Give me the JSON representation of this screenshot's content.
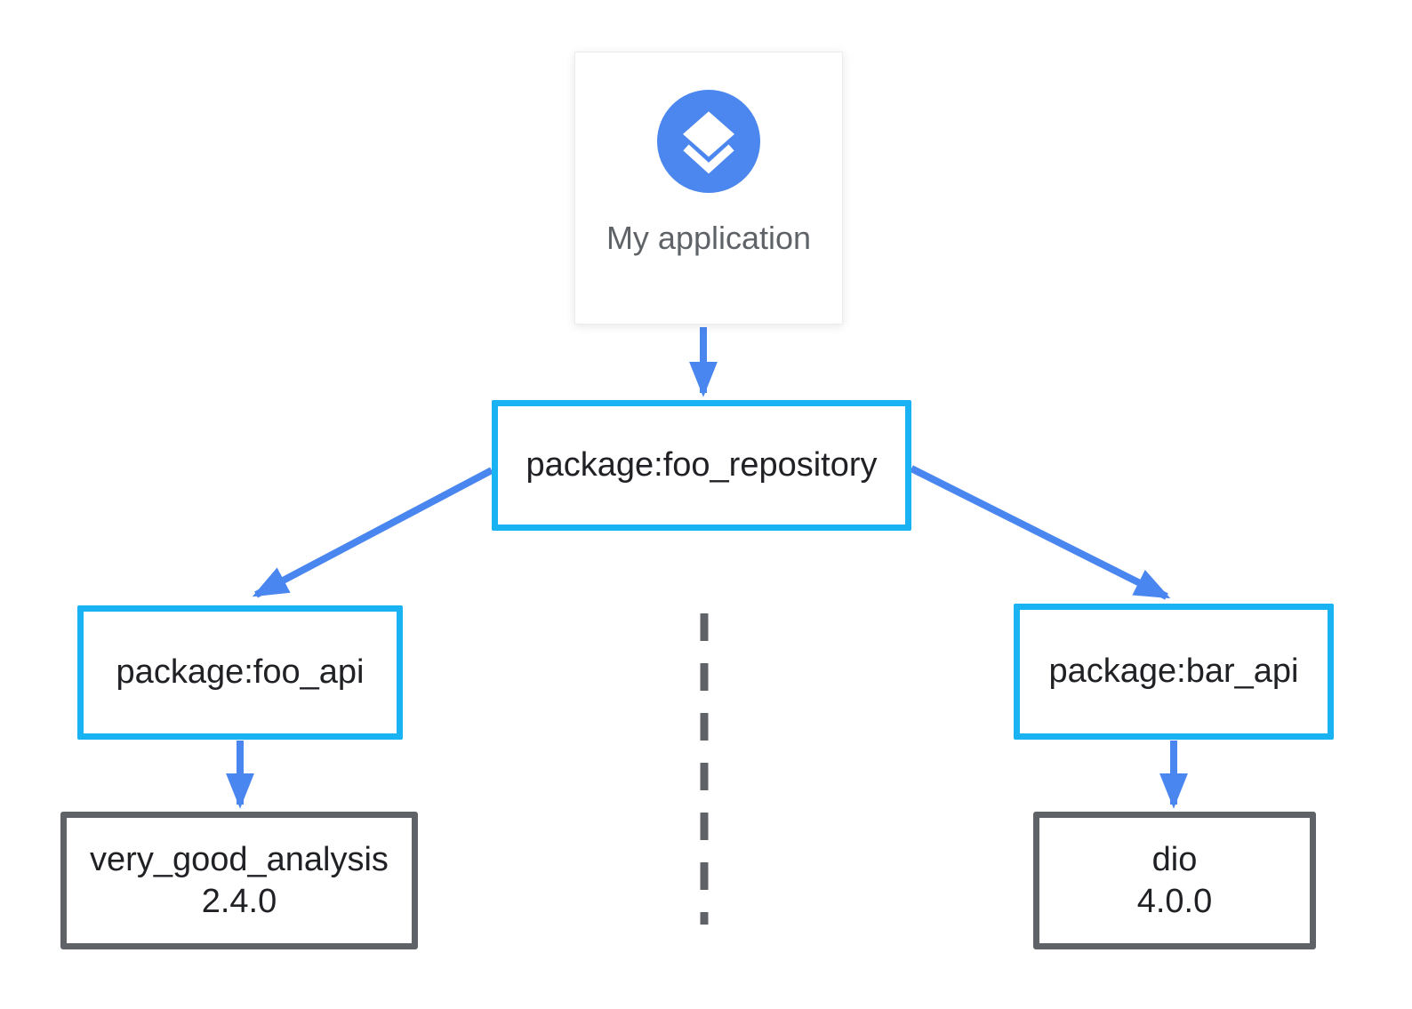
{
  "colors": {
    "package_border": "#19b3f3",
    "external_border": "#5f6368",
    "arrow_blue": "#4a86f0",
    "app_icon_bg": "#4b87ee",
    "text_dark": "#202124",
    "text_gray": "#5f6368",
    "canvas_bg": "#ffffff"
  },
  "nodes": {
    "app": {
      "label": "My application",
      "icon": "layers-icon"
    },
    "foo_repository": {
      "label": "package:foo_repository"
    },
    "foo_api": {
      "label": "package:foo_api"
    },
    "bar_api": {
      "label": "package:bar_api"
    },
    "very_good_analysis": {
      "name": "very_good_analysis",
      "version": "2.4.0"
    },
    "dio": {
      "name": "dio",
      "version": "4.0.0"
    }
  },
  "edges": [
    {
      "from": "app",
      "to": "foo_repository",
      "style": "arrow"
    },
    {
      "from": "foo_repository",
      "to": "foo_api",
      "style": "arrow"
    },
    {
      "from": "foo_repository",
      "to": "bar_api",
      "style": "arrow"
    },
    {
      "from": "foo_api",
      "to": "very_good_analysis",
      "style": "arrow"
    },
    {
      "from": "bar_api",
      "to": "dio",
      "style": "arrow"
    },
    {
      "type": "separator",
      "style": "dashed"
    }
  ]
}
